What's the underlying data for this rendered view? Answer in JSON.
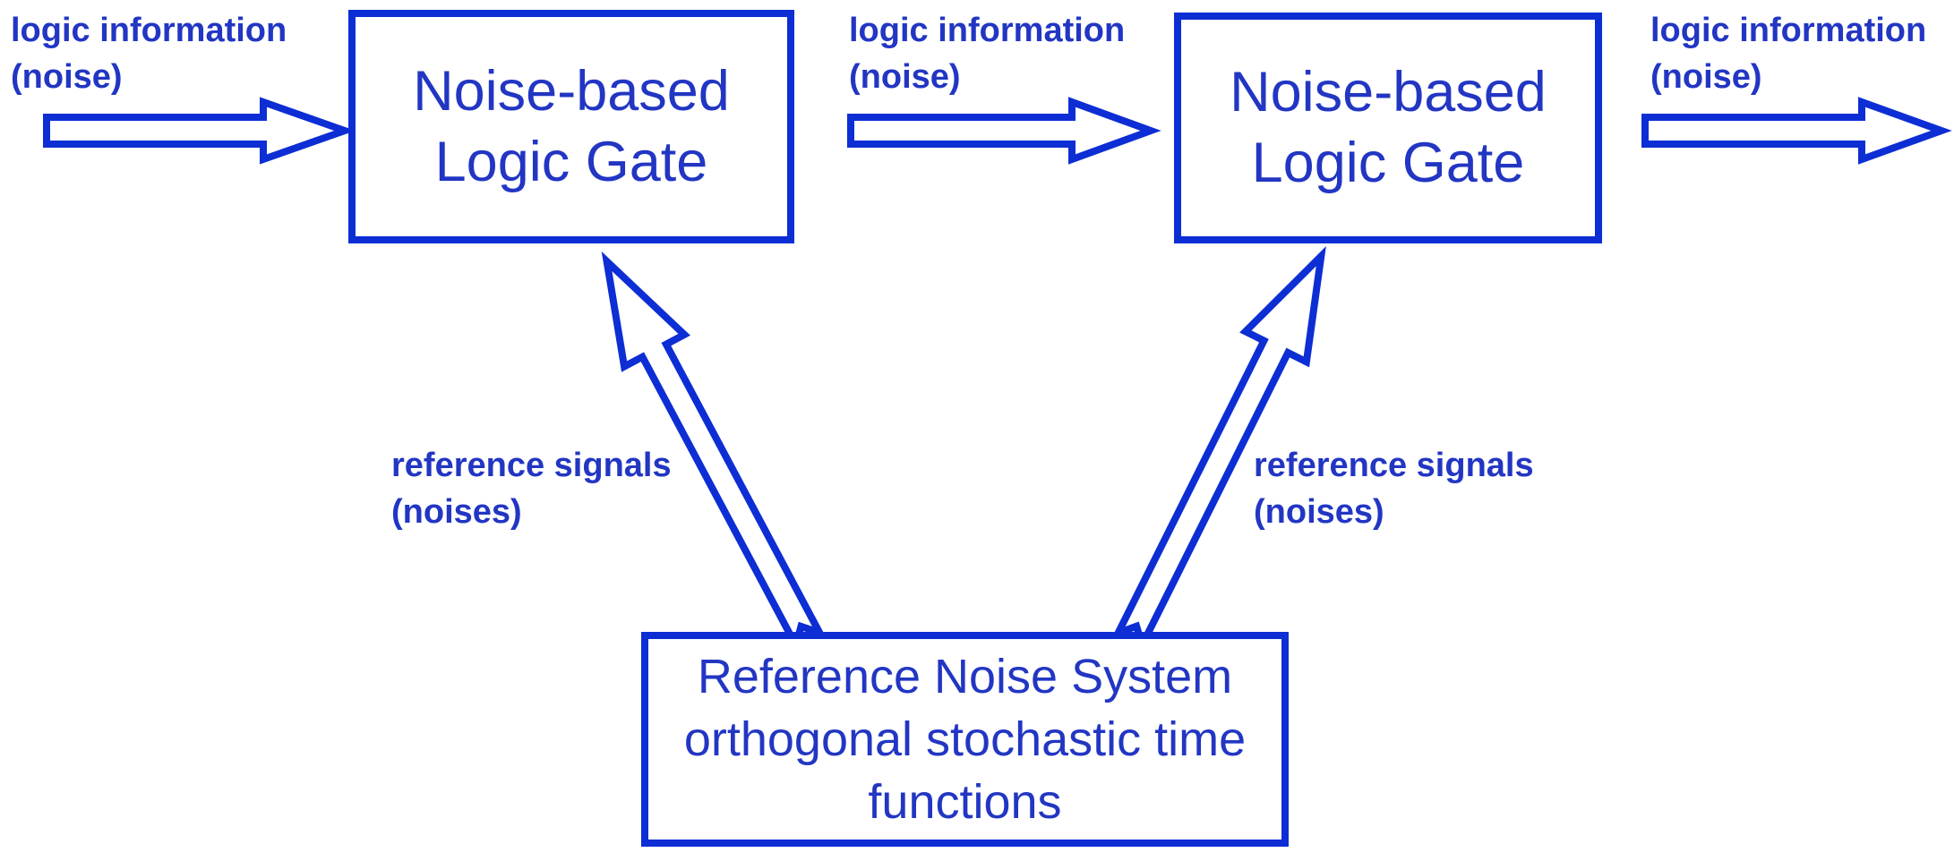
{
  "colors": {
    "diagram_blue": "#0d2ed4",
    "text_blue": "#2236c3",
    "background": "#ffffff"
  },
  "nodes": {
    "gate1": {
      "label": "Noise-based\nLogic Gate"
    },
    "gate2": {
      "label": "Noise-based\nLogic Gate"
    },
    "reference_system": {
      "label": "Reference Noise System\northogonal stochastic time\nfunctions"
    }
  },
  "edges": {
    "input": {
      "type": "block-arrow",
      "direction": "right",
      "label": "logic information\n(noise)"
    },
    "middle": {
      "type": "block-arrow",
      "direction": "right",
      "label": "logic information\n(noise)"
    },
    "output": {
      "type": "block-arrow",
      "direction": "right",
      "label": "logic information\n(noise)"
    },
    "ref_left": {
      "type": "block-arrow",
      "direction": "up-left",
      "label": "reference signals\n(noises)"
    },
    "ref_right": {
      "type": "block-arrow",
      "direction": "up-right",
      "label": "reference signals\n(noises)"
    }
  }
}
